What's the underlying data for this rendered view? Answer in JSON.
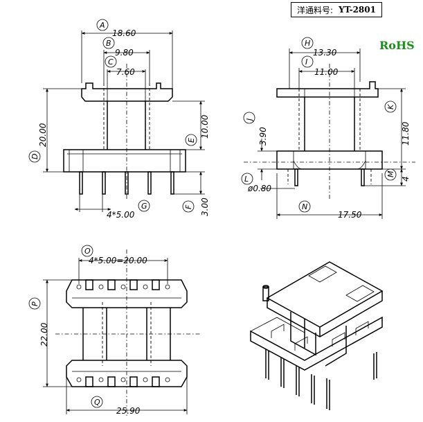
{
  "header": {
    "label": "洋通料号:",
    "model": "YT-2801"
  },
  "badge": {
    "text": "RoHS",
    "color": "#1a8f1a"
  },
  "labels": {
    "A": "A",
    "B": "B",
    "C": "C",
    "D": "D",
    "E": "E",
    "F": "F",
    "G": "G",
    "H": "H",
    "I": "I",
    "J": "J",
    "K": "K",
    "L": "L",
    "M": "M",
    "N": "N",
    "O": "O",
    "P": "P",
    "Q": "Q"
  },
  "dimensions": {
    "A": "18.60",
    "B": "9.80",
    "C": "7.60",
    "D": "20.00",
    "E": "10.00",
    "F": "3.00",
    "G": "4*5.00",
    "H": "13.30",
    "I": "11.00",
    "J": "3.90",
    "K": "11.80",
    "L": "ø0.80",
    "M": "4",
    "N": "17.50",
    "O": "4*5.00=20.00",
    "P": "22.00",
    "Q": "25.90"
  }
}
